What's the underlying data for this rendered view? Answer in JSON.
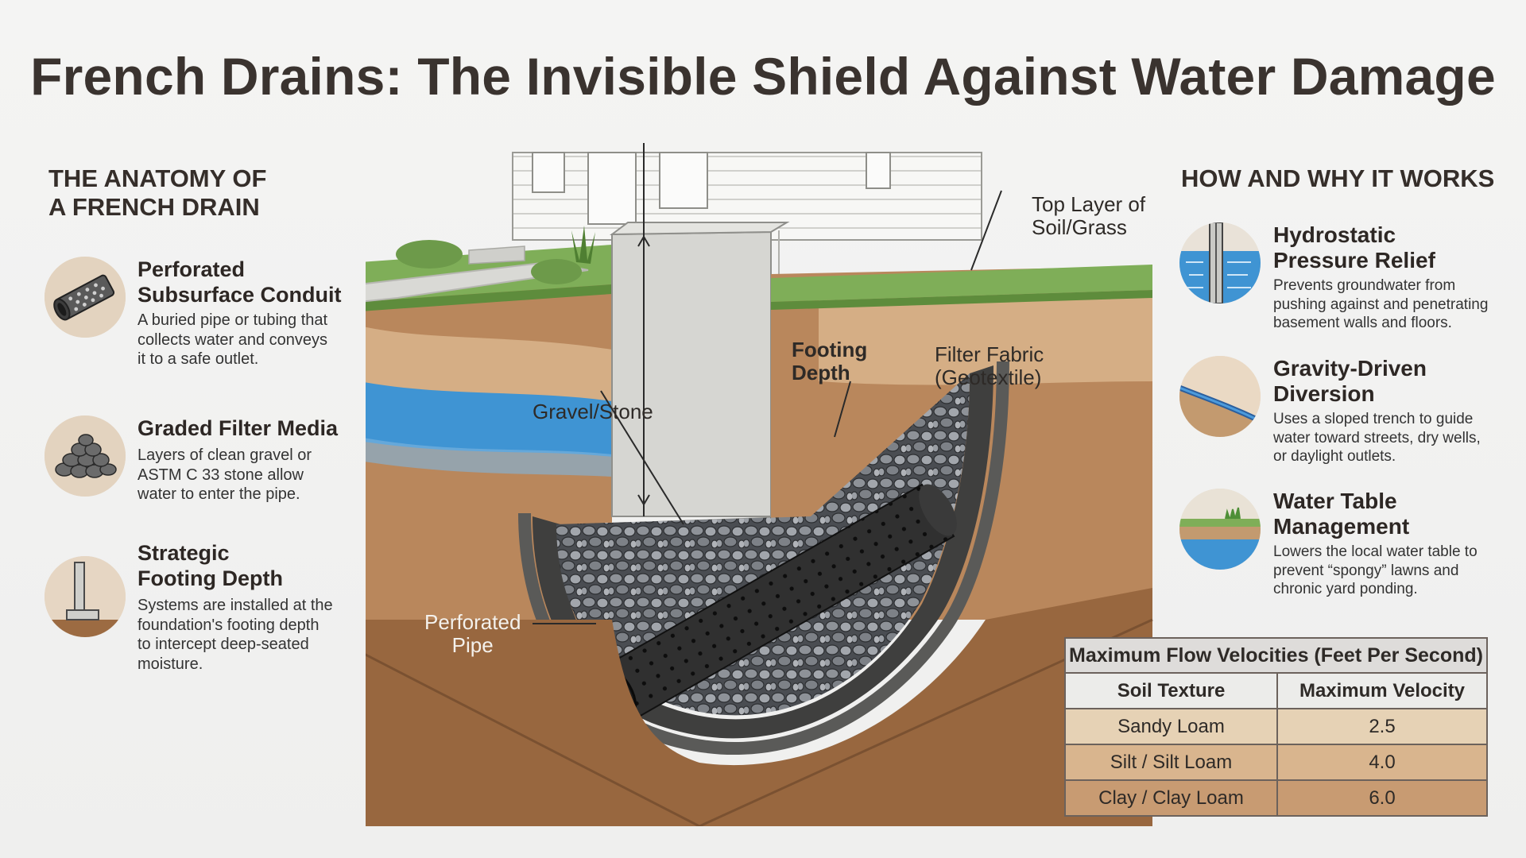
{
  "title": "French Drains: The Invisible Shield Against Water Damage",
  "left": {
    "heading_line1": "THE ANATOMY OF",
    "heading_line2": "A FRENCH DRAIN",
    "items": [
      {
        "title_line1": "Perforated",
        "title_line2": "Subsurface Conduit",
        "desc": [
          "A buried pipe or tubing that",
          "collects water and conveys",
          "it to a safe outlet."
        ],
        "icon": "pipe-icon"
      },
      {
        "title_line1": "Graded Filter Media",
        "title_line2": "",
        "desc": [
          "Layers of clean gravel or",
          "ASTM C 33 stone allow",
          "water to enter the pipe."
        ],
        "icon": "gravel-icon"
      },
      {
        "title_line1": "Strategic",
        "title_line2": "Footing Depth",
        "desc": [
          "Systems are installed at the",
          "foundation's footing depth",
          "to intercept deep-seated",
          "moisture."
        ],
        "icon": "footing-icon"
      }
    ]
  },
  "right": {
    "heading": "HOW AND WHY IT WORKS",
    "items": [
      {
        "title_line1": "Hydrostatic",
        "title_line2": "Pressure Relief",
        "desc": [
          "Prevents groundwater from",
          "pushing against and penetrating",
          "basement walls and floors."
        ],
        "icon": "pressure-wall-icon"
      },
      {
        "title_line1": "Gravity-Driven",
        "title_line2": "Diversion",
        "desc": [
          "Uses a sloped trench to guide",
          "water toward streets, dry wells,",
          "or daylight outlets."
        ],
        "icon": "slope-icon"
      },
      {
        "title_line1": "Water Table",
        "title_line2": "Management",
        "desc": [
          "Lowers the local water table to",
          "prevent “spongy” lawns and",
          "chronic yard ponding."
        ],
        "icon": "water-table-icon"
      }
    ]
  },
  "diagram": {
    "label_top_layer": [
      "Top Layer of",
      "Soil/Grass"
    ],
    "label_footing": [
      "Footing",
      "Depth"
    ],
    "label_filter": [
      "Filter Fabric",
      "(Geotextile)"
    ],
    "label_gravel": "Gravel/Stone",
    "label_pipe": [
      "Perforated",
      "Pipe"
    ]
  },
  "table": {
    "caption": "Maximum Flow Velocities (Feet Per Second)",
    "headers": [
      "Soil Texture",
      "Maximum Velocity"
    ],
    "rows": [
      {
        "soil": "Sandy Loam",
        "velocity": "2.5",
        "color": "#e6d2b5"
      },
      {
        "soil": "Silt / Silt Loam",
        "velocity": "4.0",
        "color": "#d9b58e"
      },
      {
        "soil": "Clay / Clay Loam",
        "velocity": "6.0",
        "color": "#c89b72"
      }
    ]
  },
  "colors": {
    "grass": "#7fae58",
    "soil_light": "#d5ae85",
    "soil_mid": "#b9875c",
    "soil_dark": "#98673f",
    "water": "#3f94d3",
    "concrete": "#d6d6d2",
    "fabric": "#575756",
    "pipe": "#2e2e2e"
  }
}
